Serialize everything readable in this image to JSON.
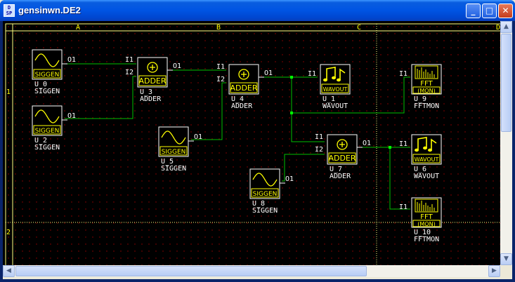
{
  "window": {
    "title": "gensinwn.DE2",
    "icon_name": "dsp-app-icon",
    "icon_text_top": "D",
    "icon_text_bottom": "SP",
    "minimize_glyph": "_",
    "maximize_glyph": "□",
    "close_glyph": "✕"
  },
  "grid": {
    "columns": [
      "A",
      "B",
      "C",
      "D"
    ],
    "rows": [
      "1",
      "2"
    ]
  },
  "blocks": [
    {
      "id": "siggen-0",
      "kind": "siggen",
      "label": "SIGGEN",
      "inst": "U_0",
      "type": "SIGGEN",
      "out": "O1"
    },
    {
      "id": "siggen-2",
      "kind": "siggen",
      "label": "SIGGEN",
      "inst": "U_2",
      "type": "SIGGEN",
      "out": "O1"
    },
    {
      "id": "adder-3",
      "kind": "adder",
      "label": "ADDER",
      "inst": "U_3",
      "type": "ADDER",
      "in1": "I1",
      "in2": "I2",
      "out": "O1"
    },
    {
      "id": "siggen-5",
      "kind": "siggen",
      "label": "SIGGEN",
      "inst": "U_5",
      "type": "SIGGEN",
      "out": "O1"
    },
    {
      "id": "adder-4",
      "kind": "adder",
      "label": "ADDER",
      "inst": "U_4",
      "type": "ADDER",
      "in1": "I1",
      "in2": "I2",
      "out": "O1"
    },
    {
      "id": "wavout-1",
      "kind": "wavout",
      "label": "WAVOUT",
      "inst": "U_1",
      "type": "WAVOUT",
      "in1": "I1"
    },
    {
      "id": "fftmon-9",
      "kind": "fftmon",
      "label_top": "FFT",
      "label_bottom": "(MON)",
      "inst": "U_9",
      "type": "FFTMON",
      "in1": "I1"
    },
    {
      "id": "adder-7",
      "kind": "adder",
      "label": "ADDER",
      "inst": "U_7",
      "type": "ADDER",
      "in1": "I1",
      "in2": "I2",
      "out": "O1"
    },
    {
      "id": "siggen-8",
      "kind": "siggen",
      "label": "SIGGEN",
      "inst": "U_8",
      "type": "SIGGEN",
      "out": "O1"
    },
    {
      "id": "wavout-6",
      "kind": "wavout",
      "label": "WAVOUT",
      "inst": "U_6",
      "type": "WAVOUT",
      "in1": "I1"
    },
    {
      "id": "fftmon-10",
      "kind": "fftmon",
      "label_top": "FFT",
      "label_bottom": "(MON)",
      "inst": "U_10",
      "type": "FFTMON",
      "in1": "I1"
    }
  ],
  "colors": {
    "background": "#000000",
    "block_border": "#ffffff",
    "block_symbol": "#ffff00",
    "wire": "#00c000",
    "border_line": "#ffff80",
    "grid_dot": "#6a0000"
  }
}
